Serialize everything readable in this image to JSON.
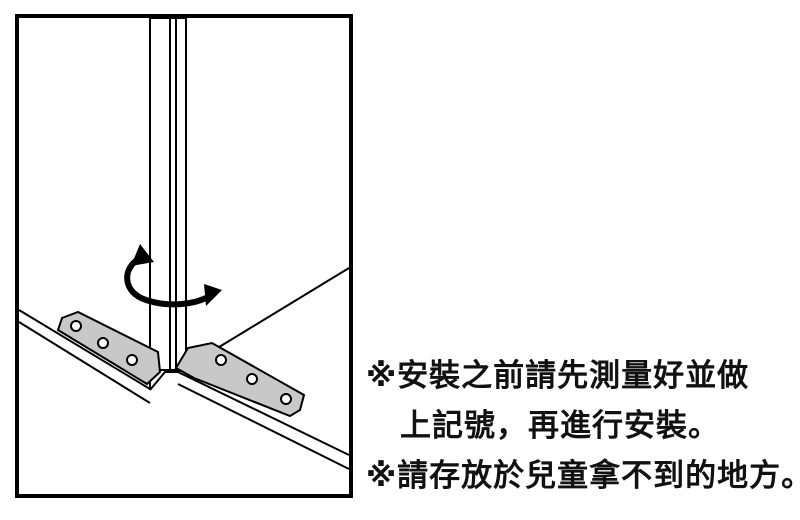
{
  "colors": {
    "frame": "#000000",
    "plate": "#c8c8c8",
    "background": "#ffffff"
  },
  "notes": {
    "line1": "※安裝之前請先測量好並做",
    "line1_cont": "上記號，再進行安裝。",
    "line2": "※請存放於兒童拿不到的地方。"
  }
}
